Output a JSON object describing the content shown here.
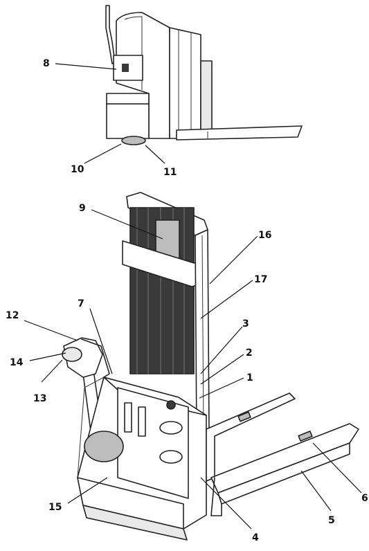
{
  "callouts": [
    {
      "id": "c8",
      "text": "8"
    },
    {
      "id": "c10",
      "text": "10"
    },
    {
      "id": "c11",
      "text": "11"
    },
    {
      "id": "c9",
      "text": "9"
    },
    {
      "id": "c16",
      "text": "16"
    },
    {
      "id": "c17",
      "text": "17"
    },
    {
      "id": "c3",
      "text": "3"
    },
    {
      "id": "c2",
      "text": "2"
    },
    {
      "id": "c1",
      "text": "1"
    },
    {
      "id": "c7",
      "text": "7"
    },
    {
      "id": "c12",
      "text": "12"
    },
    {
      "id": "c14",
      "text": "14"
    },
    {
      "id": "c13",
      "text": "13"
    },
    {
      "id": "c15",
      "text": "15"
    },
    {
      "id": "c4",
      "text": "4"
    },
    {
      "id": "c5",
      "text": "5"
    },
    {
      "id": "c6",
      "text": "6"
    }
  ]
}
